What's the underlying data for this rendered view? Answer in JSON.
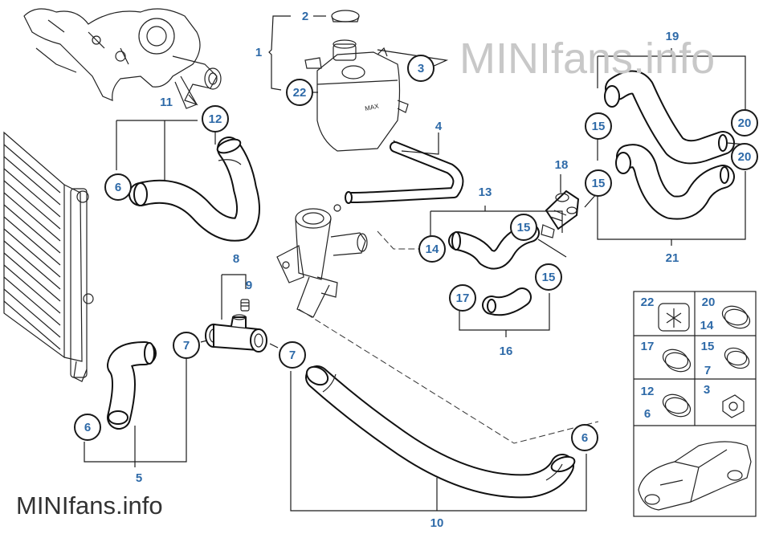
{
  "watermarks": {
    "top": "MINIfans.info",
    "bottom": "MINIfans.info"
  },
  "colors": {
    "number_color": "#2e6aa8",
    "watermark_top": "#c8c8c8",
    "watermark_bottom": "#333333"
  },
  "labels": {
    "n1": "1",
    "n2": "2",
    "n3": "3",
    "n4": "4",
    "n5": "5",
    "n8": "8",
    "n9": "9",
    "n10": "10",
    "n11": "11",
    "n13": "13",
    "n16": "16",
    "n18": "18",
    "n19": "19",
    "n21": "21"
  },
  "callouts": {
    "c3": "3",
    "c6a": "6",
    "c6b": "6",
    "c6c": "6",
    "c7a": "7",
    "c7b": "7",
    "c12": "12",
    "c14": "14",
    "c15a": "15",
    "c15b": "15",
    "c15c": "15",
    "c15d": "15",
    "c17": "17",
    "c20a": "20",
    "c20b": "20",
    "c22": "22"
  },
  "legend": {
    "l22": "22",
    "l20": "20",
    "l14": "14",
    "l17": "17",
    "l15": "15",
    "l7": "7",
    "l12": "12",
    "l6": "6",
    "l3": "3"
  }
}
